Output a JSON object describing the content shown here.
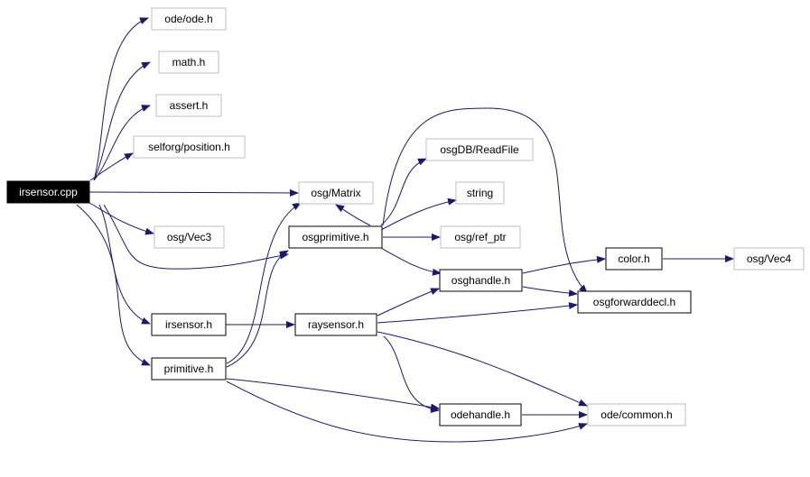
{
  "colors": {
    "edge": "#191970",
    "root_fill": "#000000",
    "root_text": "#ffffff",
    "local_border": "#000000",
    "external_border": "#bfbfbf"
  },
  "nodes": {
    "irsensor_cpp": "irsensor.cpp",
    "ode_ode_h": "ode/ode.h",
    "math_h": "math.h",
    "assert_h": "assert.h",
    "selforg_position_h": "selforg/position.h",
    "osg_matrix": "osg/Matrix",
    "osg_vec3": "osg/Vec3",
    "osgdb_readfile": "osgDB/ReadFile",
    "string": "string",
    "osgprimitive_h": "osgprimitive.h",
    "osg_ref_ptr": "osg/ref_ptr",
    "color_h": "color.h",
    "osg_vec4": "osg/Vec4",
    "osghandle_h": "osghandle.h",
    "osgforwarddecl_h": "osgforwarddecl.h",
    "irsensor_h": "irsensor.h",
    "raysensor_h": "raysensor.h",
    "primitive_h": "primitive.h",
    "odehandle_h": "odehandle.h",
    "ode_common_h": "ode/common.h"
  }
}
